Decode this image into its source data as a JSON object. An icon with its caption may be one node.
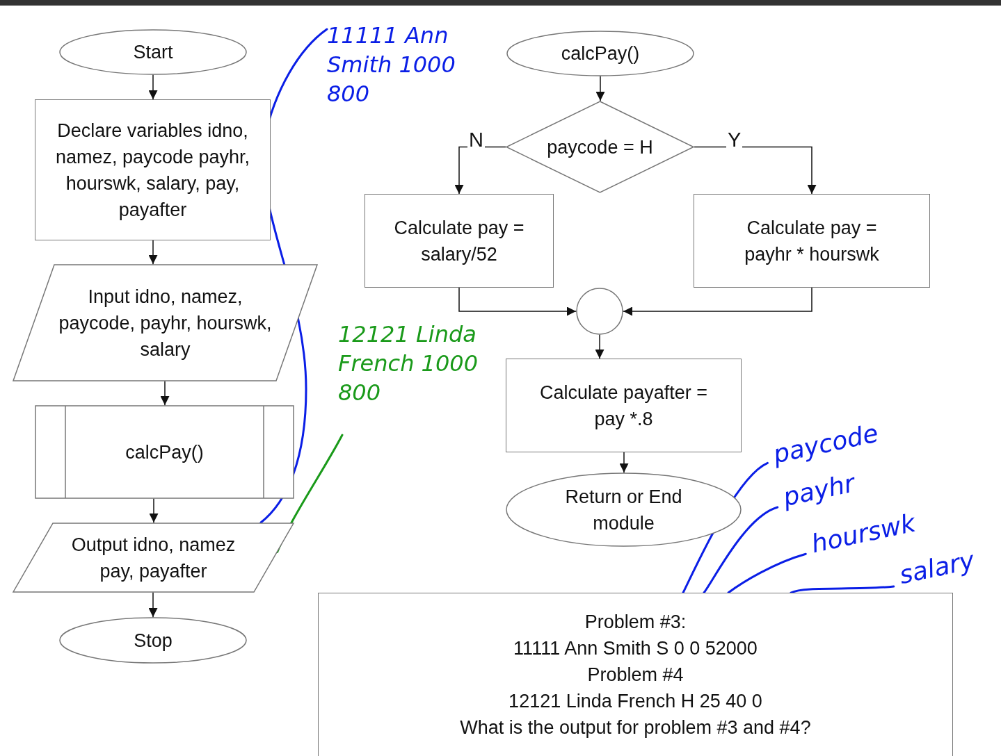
{
  "diagram": {
    "nodes": [
      {
        "text": [
          "Start"
        ]
      },
      {
        "text": [
          "Declare variables idno, namez, paycode payhr, hourswk, salary, pay, payafter"
        ]
      },
      {
        "text": [
          "Input idno, namez, paycode, payhr, hourswk, salary"
        ]
      },
      {
        "text": [
          "calcPay()"
        ]
      },
      {
        "text": [
          "Output idno, namez pay, payafter"
        ]
      },
      {
        "text": [
          "Stop"
        ]
      },
      {
        "text": [
          "calcPay()"
        ]
      },
      {
        "text": [
          "paycode = H"
        ]
      },
      {
        "text": [
          "Calculate pay = salary/52"
        ]
      },
      {
        "text": [
          "Calculate pay = payhr * hourswk"
        ]
      },
      {
        "text": [],
        "shape": "circle"
      },
      {
        "text": [
          "Calculate payafter = pay *.8"
        ]
      },
      {
        "text": [
          "Return or End module"
        ]
      },
      {
        "text": [
          "Problem #3:",
          "11111 Ann Smith S 0 0 52000",
          "Problem #4",
          "12121 Linda French H 25 40 0",
          "What is the output for problem #3 and #4?"
        ]
      },
      {
        "text": [
          "11111 Ann Smith 1000 800"
        ]
      },
      {
        "text": [
          "12121 Linda French 1000 800"
        ]
      },
      {
        "text": [
          "paycode"
        ]
      },
      {
        "text": [
          "payhr"
        ]
      },
      {
        "text": [
          "hourswk"
        ]
      },
      {
        "text": [
          "salary"
        ]
      }
    ],
    "edges": [
      {
        "from": 0,
        "to": 1,
        "arrow": "to"
      },
      {
        "from": 1,
        "to": 2,
        "arrow": "to"
      },
      {
        "from": 2,
        "to": 3,
        "arrow": "to"
      },
      {
        "from": 3,
        "to": 4,
        "arrow": "to"
      },
      {
        "from": 4,
        "to": 5,
        "arrow": "to"
      },
      {
        "from": 6,
        "to": 7,
        "arrow": "to"
      },
      {
        "from": 7,
        "to": 8,
        "arrow": "to",
        "label": "N"
      },
      {
        "from": 7,
        "to": 9,
        "arrow": "to",
        "label": "Y"
      },
      {
        "from": 8,
        "to": 10,
        "arrow": "to"
      },
      {
        "from": 9,
        "to": 10,
        "arrow": "to"
      },
      {
        "from": 10,
        "to": 11,
        "arrow": "to"
      },
      {
        "from": 11,
        "to": 12,
        "arrow": "to"
      },
      {
        "from": 14,
        "to": 4,
        "arrow": "none",
        "color": "#0a1ee6"
      },
      {
        "from": 15,
        "to": 4,
        "arrow": "none",
        "color": "#1a9a1a"
      },
      {
        "from": 16,
        "to": 13,
        "arrow": "none",
        "color": "#0a1ee6"
      },
      {
        "from": 17,
        "to": 13,
        "arrow": "none",
        "color": "#0a1ee6"
      },
      {
        "from": 18,
        "to": 13,
        "arrow": "none",
        "color": "#0a1ee6"
      },
      {
        "from": 19,
        "to": 13,
        "arrow": "none",
        "color": "#0a1ee6"
      }
    ]
  }
}
